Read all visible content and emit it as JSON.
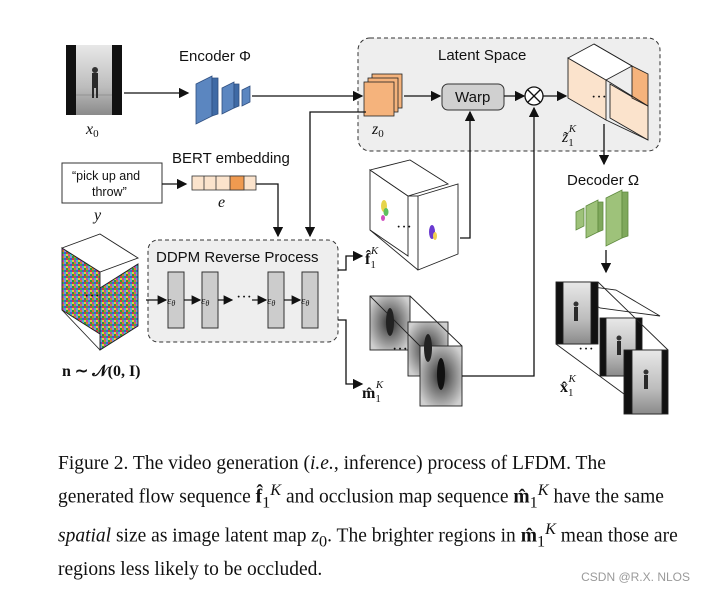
{
  "labels": {
    "encoder": "Encoder Φ",
    "latent_space": "Latent Space",
    "warp": "Warp",
    "decoder": "Decoder Ω",
    "bert": "BERT embedding",
    "ddpm": "DDPM Reverse Process",
    "prompt_line1": "“pick up and",
    "prompt_line2": "throw”",
    "ellipsis": "···",
    "eps": "ε",
    "eps_sub": "θ",
    "x0": "x",
    "x0_sub": "0",
    "z0": "z",
    "z0_sub": "0",
    "y": "y",
    "e": "e",
    "noise": "n ∼ 𝒩(0, I)",
    "flow": "f̂",
    "occ": "m̂",
    "recon": "x̂",
    "zhat": "z̃",
    "sub1": "1",
    "supK": "K"
  },
  "caption": {
    "prefix": "Figure 2. The video generation (",
    "ie": "i.e.",
    "line1_rest": ", inference) process of LFDM.",
    "line2_a": "The generated flow sequence ",
    "line2_b": " and occlusion map sequence ",
    "line3_a": "have the same ",
    "spatial": "spatial",
    "line3_b": " size as image latent map ",
    "line3_c": ". The brighter",
    "line4_a": "regions in ",
    "line4_b": " mean those are regions less likely to be occluded."
  },
  "watermark": "CSDN @R.X. NLOS",
  "colors": {
    "encoder_blue": "#5b86c0",
    "decoder_green": "#9ec27a",
    "latent_orange": "#f5b37c",
    "latent_light": "#fbe3cc",
    "box_gray": "#eeeeee",
    "bert_orange": "#ef9a50"
  }
}
